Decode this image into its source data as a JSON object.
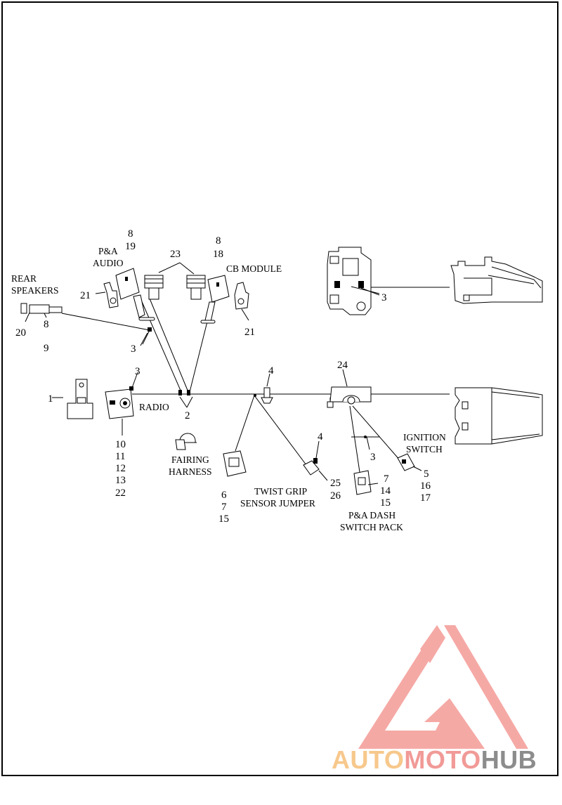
{
  "labels": {
    "rear_speakers": [
      "REAR",
      "SPEAKERS"
    ],
    "pa_audio": [
      "P&A",
      "AUDIO"
    ],
    "cb_module": "CB MODULE",
    "radio": "RADIO",
    "fairing_harness": [
      "FAIRING",
      "HARNESS"
    ],
    "twist_grip": [
      "TWIST GRIP",
      "SENSOR JUMPER"
    ],
    "pa_dash": [
      "P&A DASH",
      "SWITCH PACK"
    ],
    "ignition_switch": [
      "IGNITION",
      "SWITCH"
    ]
  },
  "callouts": {
    "c_8_19": [
      "8",
      "19"
    ],
    "c_23": "23",
    "c_8_18": [
      "8",
      "18"
    ],
    "c_21_left": "21",
    "c_21_right": "21",
    "c_20": "20",
    "c_8_9": [
      "8",
      "9"
    ],
    "c_3_mid": "3",
    "c_3_radio": "3",
    "c_1": "1",
    "c_2": "2",
    "c_4_mid": "4",
    "c_24": "24",
    "c_3_top": "3",
    "c_radio_parts": [
      "10",
      "11",
      "12",
      "13",
      "22"
    ],
    "c_6_7_15": [
      "6",
      "7",
      "15"
    ],
    "c_4_twist": "4",
    "c_25_26": [
      "25",
      "26"
    ],
    "c_3_dash": "3",
    "c_7_14_15": [
      "7",
      "14",
      "15"
    ],
    "c_5_16_17": [
      "5",
      "16",
      "17"
    ]
  },
  "watermark": {
    "parts": [
      "AUTO",
      "MOTO",
      "HUB"
    ],
    "colors": [
      "#f7c88c",
      "#f19a97",
      "#8c8c8c"
    ],
    "triangle_color": "#f4a09c"
  }
}
